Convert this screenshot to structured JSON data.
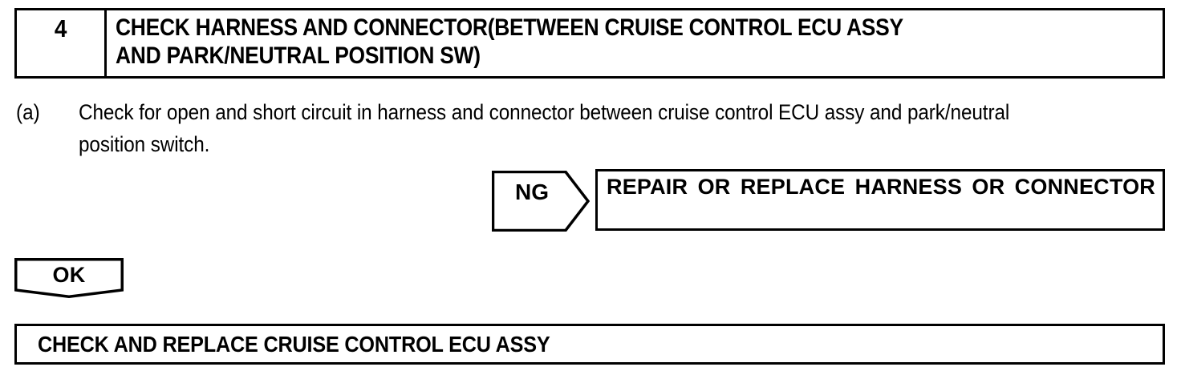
{
  "step": {
    "number": "4",
    "title_line1": "CHECK HARNESS AND CONNECTOR(BETWEEN CRUISE CONTROL ECU ASSY",
    "title_line2": "AND PARK/NEUTRAL POSITION SW)"
  },
  "procedure": {
    "marker": "(a)",
    "text": "Check for open and short circuit in harness and connector between cruise control ECU assy and park/neutral position switch."
  },
  "branches": {
    "ng": {
      "label": "NG",
      "result_text": "REPAIR OR REPLACE HARNESS OR CONNECTOR"
    },
    "ok": {
      "label": "OK"
    }
  },
  "result": {
    "text": "CHECK AND REPLACE CRUISE CONTROL ECU ASSY"
  },
  "colors": {
    "ink": "#000000",
    "paper": "#ffffff"
  }
}
